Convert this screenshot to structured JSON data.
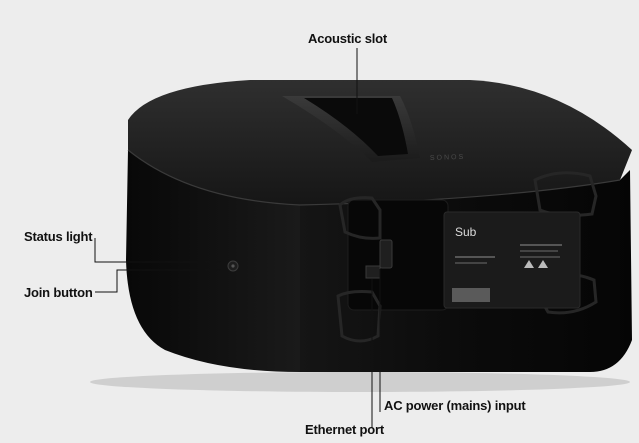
{
  "figure": {
    "background": "#ededed",
    "device_color": "#0c0c0c",
    "label_plate_color": "#1b1b1b",
    "brand_text": "SONOS",
    "plate_title": "Sub"
  },
  "callouts": {
    "acoustic_slot": "Acoustic slot",
    "status_light": "Status light",
    "join_button": "Join button",
    "ac_power_input": "AC power (mains) input",
    "ethernet_port": "Ethernet port"
  }
}
